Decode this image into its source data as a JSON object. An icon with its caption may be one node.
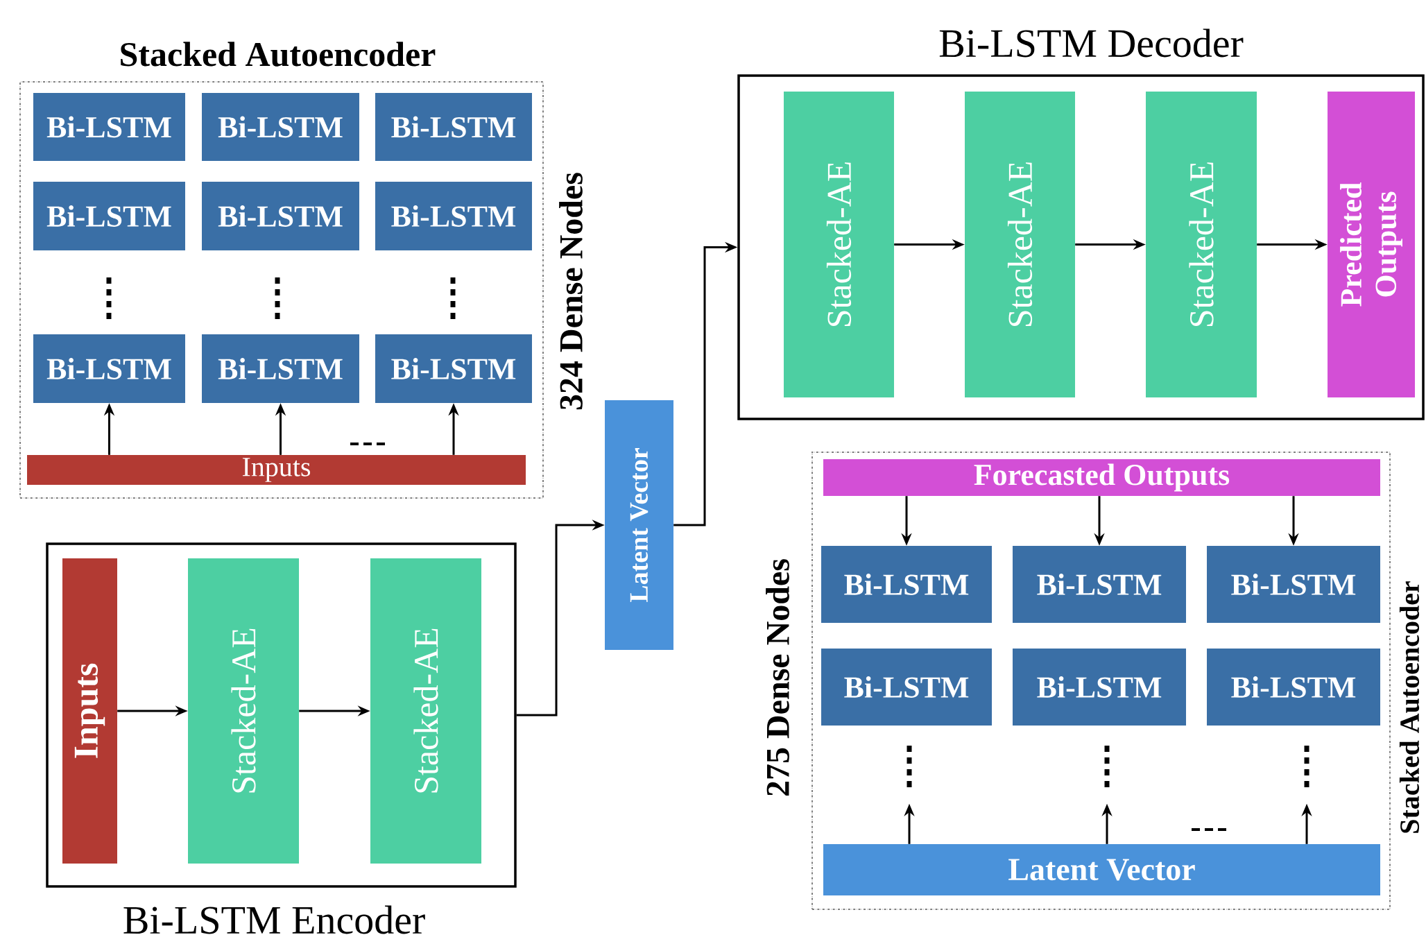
{
  "diagram": {
    "nodes": [
      {
        "text": [
          "Stacked Autoencoder"
        ],
        "beside": [
          "324 Dense Nodes"
        ]
      },
      {
        "text": [
          "Bi-LSTM"
        ],
        "in": 0
      },
      {
        "text": [
          "Bi-LSTM"
        ],
        "in": 0
      },
      {
        "text": [
          "Bi-LSTM"
        ],
        "in": 0
      },
      {
        "text": [
          "Bi-LSTM"
        ],
        "in": 0
      },
      {
        "text": [
          "Bi-LSTM"
        ],
        "in": 0
      },
      {
        "text": [
          "Bi-LSTM"
        ],
        "in": 0
      },
      {
        "text": [
          "Bi-LSTM"
        ],
        "in": 0
      },
      {
        "text": [
          "Bi-LSTM"
        ],
        "in": 0
      },
      {
        "text": [
          "Bi-LSTM"
        ],
        "in": 0
      },
      {
        "text": [
          "Inputs"
        ],
        "in": 0
      },
      {
        "text": [
          "Bi-LSTM Encoder"
        ]
      },
      {
        "text": [
          "Inputs"
        ],
        "in": 11
      },
      {
        "text": [
          "Stacked-AE"
        ],
        "in": 11
      },
      {
        "text": [
          "Stacked-AE"
        ],
        "in": 11
      },
      {
        "text": [
          "Latent Vector"
        ]
      },
      {
        "text": [
          "Bi-LSTM Decoder"
        ]
      },
      {
        "text": [
          "Stacked-AE"
        ],
        "in": 16
      },
      {
        "text": [
          "Stacked-AE"
        ],
        "in": 16
      },
      {
        "text": [
          "Stacked-AE"
        ],
        "in": 16
      },
      {
        "text": [
          "Predicted Outputs"
        ],
        "in": 16
      },
      {
        "text": [
          "Stacked Autoencoder"
        ],
        "beside": [
          "275 Dense Nodes"
        ]
      },
      {
        "text": [
          "Forecasted Outputs"
        ],
        "in": 21
      },
      {
        "text": [
          "Bi-LSTM"
        ],
        "in": 21
      },
      {
        "text": [
          "Bi-LSTM"
        ],
        "in": 21
      },
      {
        "text": [
          "Bi-LSTM"
        ],
        "in": 21
      },
      {
        "text": [
          "Bi-LSTM"
        ],
        "in": 21
      },
      {
        "text": [
          "Bi-LSTM"
        ],
        "in": 21
      },
      {
        "text": [
          "Bi-LSTM"
        ],
        "in": 21
      },
      {
        "text": [
          "Latent Vector"
        ],
        "in": 21
      }
    ],
    "edges": [
      {
        "from": 10,
        "to": 7,
        "arrow": "to"
      },
      {
        "from": 10,
        "to": 8,
        "arrow": "to"
      },
      {
        "from": 10,
        "to": 9,
        "arrow": "to"
      },
      {
        "from": 12,
        "to": 13,
        "arrow": "to"
      },
      {
        "from": 13,
        "to": 14,
        "arrow": "to"
      },
      {
        "from": 11,
        "to": 15,
        "arrow": "to"
      },
      {
        "from": 15,
        "to": 16,
        "arrow": "to"
      },
      {
        "from": 17,
        "to": 18,
        "arrow": "to"
      },
      {
        "from": 18,
        "to": 19,
        "arrow": "to"
      },
      {
        "from": 19,
        "to": 20,
        "arrow": "to"
      },
      {
        "from": 22,
        "to": 23,
        "arrow": "to"
      },
      {
        "from": 22,
        "to": 24,
        "arrow": "to"
      },
      {
        "from": 22,
        "to": 25,
        "arrow": "to"
      },
      {
        "from": 29,
        "to": null,
        "arrow": "to"
      },
      {
        "from": 29,
        "to": null,
        "arrow": "to"
      },
      {
        "from": 29,
        "to": null,
        "arrow": "to"
      }
    ]
  }
}
